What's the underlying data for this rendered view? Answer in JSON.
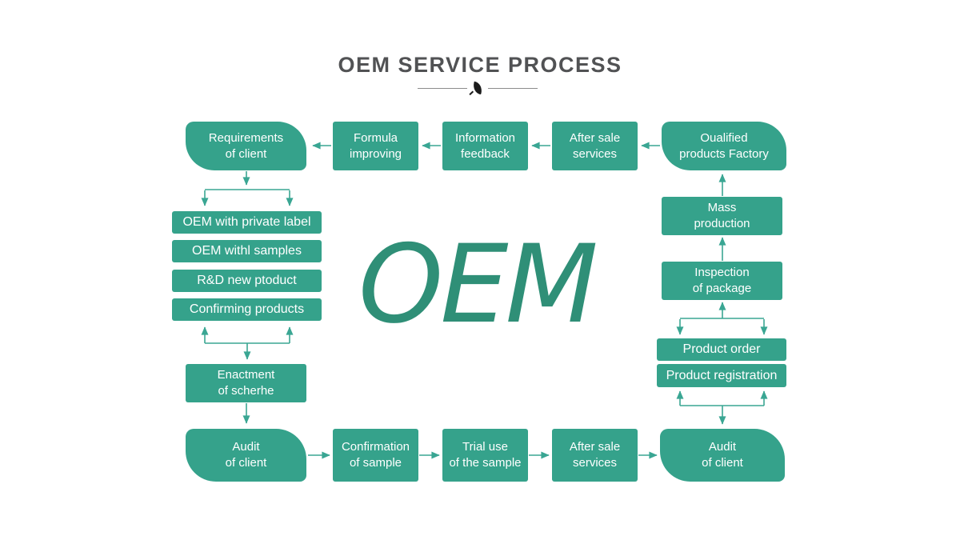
{
  "title": "OEM SERVICE PROCESS",
  "watermark": "OEM",
  "colors": {
    "box_fill": "#35a28b",
    "box_text": "#ffffff",
    "arrow": "#3aa693",
    "watermark_text": "#2f8f77",
    "title_text": "#515254",
    "divider_line": "#8c8c8c",
    "leaf": "#1c1c1c"
  },
  "nodes": {
    "requirements": "Requirements\nof client",
    "formula": "Formula\nimproving",
    "information": "Information\nfeedback",
    "after_sale_top": "After sale\nservices",
    "factory": "Oualified\nproducts Factory",
    "oem_private_label": "OEM with private label",
    "oem_samples": "OEM withl samples",
    "rd_new_product": "R&D new ptoduct",
    "confirming_products": "Confirming products",
    "enactment": "Enactment\nof scherhe",
    "audit_left": "Audit\nof client",
    "confirmation_sample": "Confirmation\nof sample",
    "trial_use": "Trial use\nof the sample",
    "after_sale_bottom": "After sale\nservices",
    "audit_right": "Audit\nof client",
    "mass_production": "Mass\nproduction",
    "inspection_package": "Inspection\nof package",
    "product_order": "Product order",
    "product_registration": "Product registration"
  }
}
